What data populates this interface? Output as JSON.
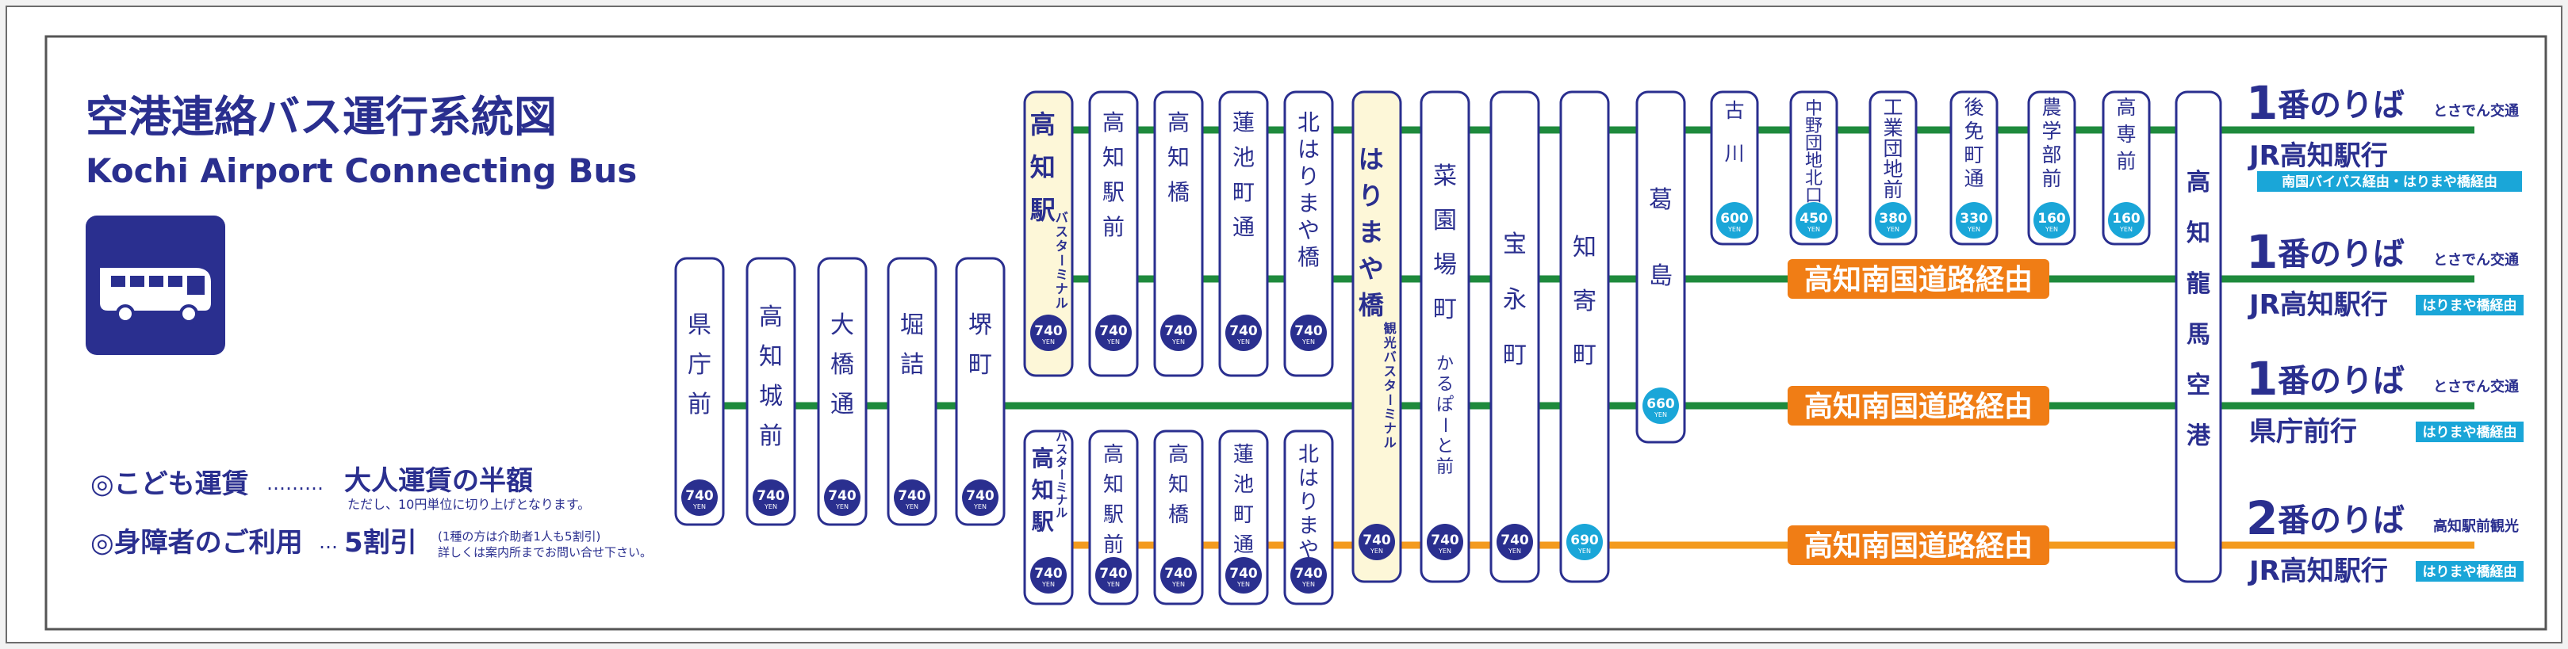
{
  "title_ja": "空港連絡バス運行系統図",
  "title_en": "Kochi Airport Connecting Bus",
  "icons": {
    "bus": "bus-icon"
  },
  "colors": {
    "navy": "#2a2f8f",
    "green": "#1e8a3c",
    "orange": "#f39a1e",
    "cyan": "#1aa6d8",
    "orange_label": "#f07d15",
    "stop_fill": "#ffffff",
    "highlight": "#fdf7d8"
  },
  "fare_notes": {
    "child_label": "◎こども運賃",
    "child_dots": "………",
    "child_value": "大人運賃の半額",
    "child_sub": "ただし、10円単位に切り上げとなります。",
    "disabled_label": "◎身障者のご利用",
    "disabled_dots": "…",
    "disabled_value": "5割引",
    "disabled_sub1": "(1種の方は介助者1人も5割引)",
    "disabled_sub2": "詳しくは案内所までお問い合せ下さい。"
  },
  "yen": "YEN",
  "stops_left": [
    {
      "name": "県庁前",
      "fare": "740"
    },
    {
      "name": "高知城前",
      "fare": "740"
    },
    {
      "name": "大橋通",
      "fare": "740"
    },
    {
      "name": "堀詰",
      "fare": "740"
    },
    {
      "name": "堺町",
      "fare": "740"
    }
  ],
  "kochi_station_top": {
    "name": "高知駅",
    "sub": "バスターミナル",
    "fare": "740"
  },
  "kochi_station_bottom": {
    "name": "高知駅",
    "sub": "バスターミナル",
    "fare": "740"
  },
  "stops_upper": [
    {
      "name": "高知駅前",
      "fare": "740"
    },
    {
      "name": "高知橋",
      "fare": "740"
    },
    {
      "name": "蓮池町通",
      "fare": "740"
    },
    {
      "name": "北はりまや橋",
      "fare": "740"
    }
  ],
  "stops_lower": [
    {
      "name": "高知駅前",
      "fare": "740"
    },
    {
      "name": "高知橋",
      "fare": "740"
    },
    {
      "name": "蓮池町通",
      "fare": "740"
    },
    {
      "name": "北はりまや橋",
      "fare": "740"
    }
  ],
  "harimaya": {
    "name": "はりまや橋",
    "sub": "観光バスターミナル",
    "fare": "740"
  },
  "stops_mid": [
    {
      "name": "菜園場町",
      "sub": "かるぽーと前",
      "fare": "740"
    },
    {
      "name": "宝永町",
      "fare": "740"
    },
    {
      "name": "知寄町",
      "fare": "690"
    },
    {
      "name": "葛島",
      "fare": "660"
    }
  ],
  "stops_top": [
    {
      "name": "古川",
      "fare": "600"
    },
    {
      "name": "中野団地北口",
      "fare": "450"
    },
    {
      "name": "工業団地前",
      "fare": "380"
    },
    {
      "name": "後免町通",
      "fare": "330"
    },
    {
      "name": "農学部前",
      "fare": "160"
    },
    {
      "name": "高専前",
      "fare": "160"
    }
  ],
  "airport": {
    "name": "高知龍馬空港"
  },
  "route_label": "高知南国道路経由",
  "platforms": [
    {
      "num": "1",
      "label": "番のりば",
      "company": "とさでん交通",
      "dest": "JR高知駅行",
      "via": "南国バイパス経由・はりまや橋経由"
    },
    {
      "num": "1",
      "label": "番のりば",
      "company": "とさでん交通",
      "dest": "JR高知駅行",
      "via": "はりまや橋経由"
    },
    {
      "num": "1",
      "label": "番のりば",
      "company": "とさでん交通",
      "dest": "県庁前行",
      "via": "はりまや橋経由"
    },
    {
      "num": "2",
      "label": "番のりば",
      "company": "高知駅前観光",
      "dest": "JR高知駅行",
      "via": "はりまや橋経由"
    }
  ]
}
